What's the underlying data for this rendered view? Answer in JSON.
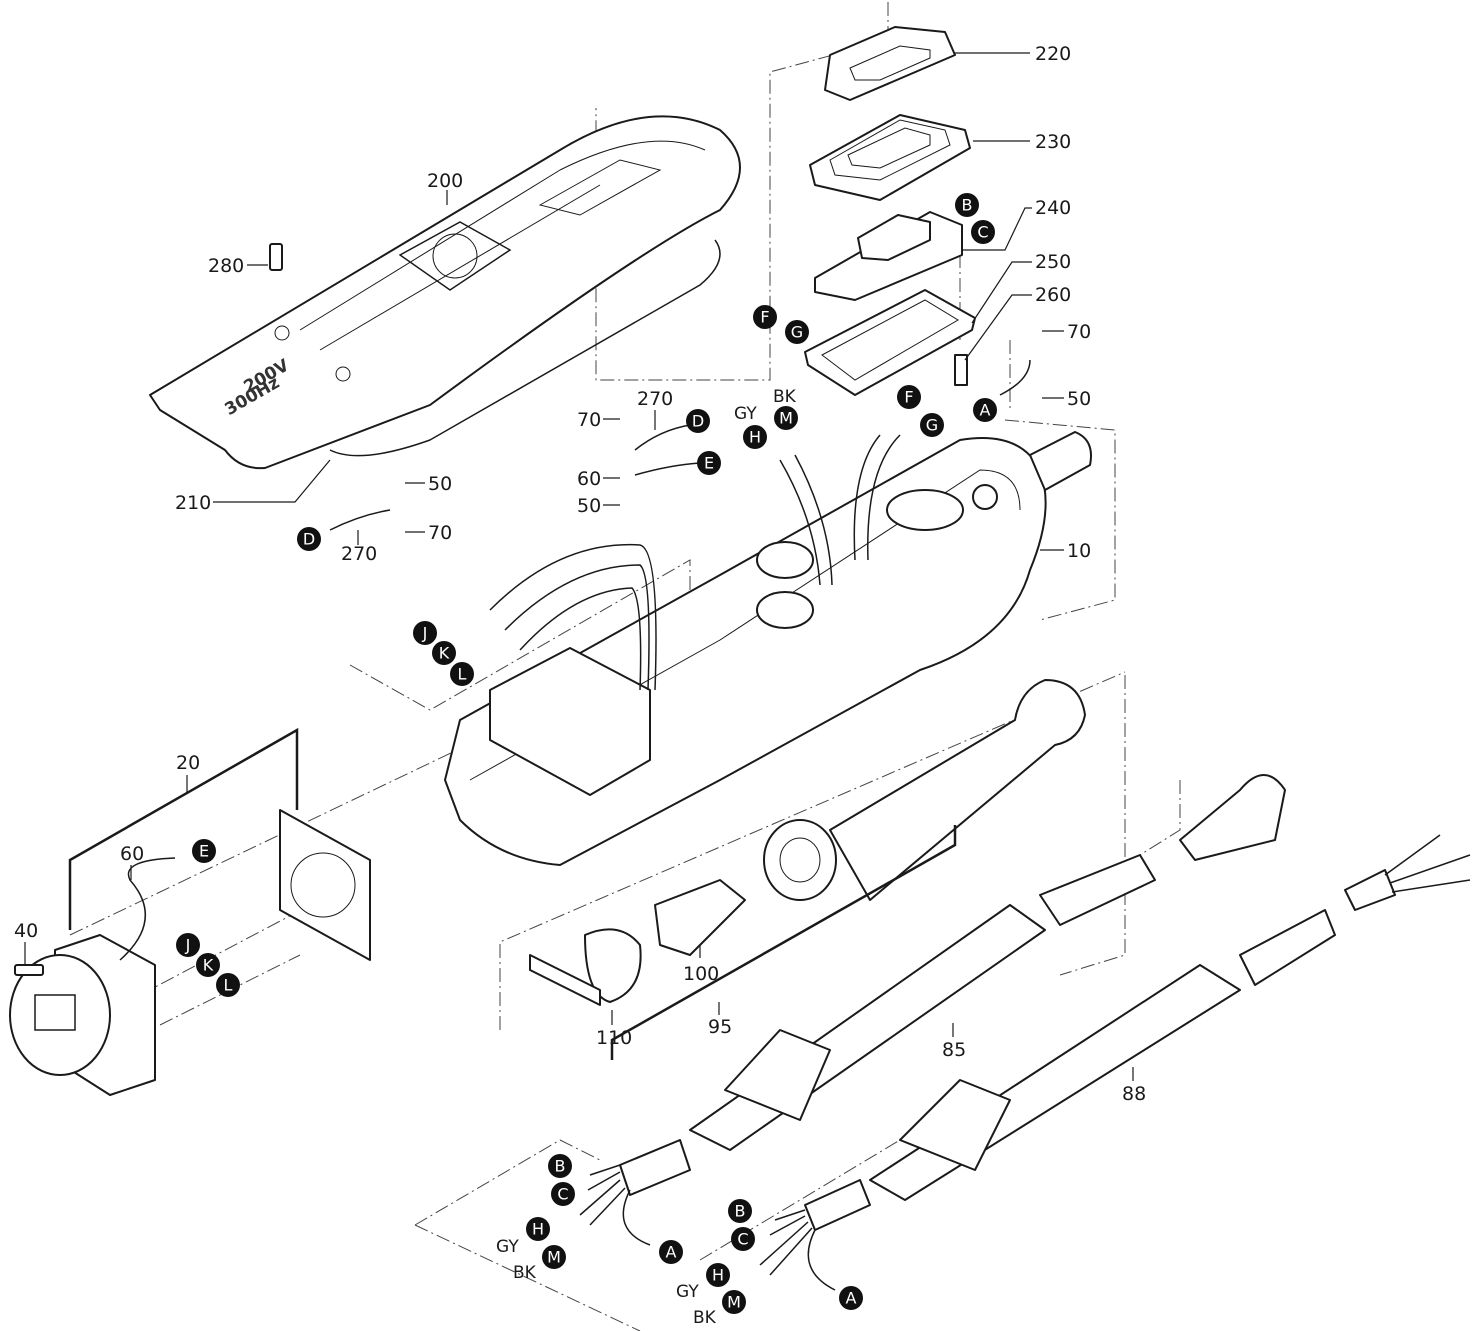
{
  "diagram": {
    "type": "exploded parts view",
    "colors": {
      "line": "#1a1a1a",
      "badge_fill": "#111111",
      "badge_text": "#ffffff",
      "background": "#ffffff"
    },
    "cover_markings": {
      "voltage": "200V",
      "frequency": "300Hz"
    },
    "part_numbers": {
      "p10": "10",
      "p20": "20",
      "p40": "40",
      "p50a": "50",
      "p50b": "50",
      "p50c": "50",
      "p60a": "60",
      "p60b": "60",
      "p70a": "70",
      "p70b": "70",
      "p70c": "70",
      "p85": "85",
      "p88": "88",
      "p95": "95",
      "p100": "100",
      "p110": "110",
      "p200": "200",
      "p210": "210",
      "p220": "220",
      "p230": "230",
      "p240": "240",
      "p250": "250",
      "p260": "260",
      "p270a": "270",
      "p270b": "270",
      "p280": "280"
    },
    "connection_badges": {
      "switch_B": "B",
      "switch_C": "C",
      "switch_F": "F",
      "switch_G": "G",
      "ground_A": "A",
      "ground_D_top": "D",
      "ground_E_top": "E",
      "wire_F": "F",
      "wire_G": "G",
      "wire_H": "H",
      "wire_M": "M",
      "ground_D_bottom": "D",
      "pin_J": "J",
      "pin_K": "K",
      "pin_L": "L",
      "socket_E": "E",
      "socket_J": "J",
      "socket_K": "K",
      "socket_L": "L",
      "cable85_B": "B",
      "cable85_C": "C",
      "cable85_H": "H",
      "cable85_M": "M",
      "cable85_A": "A",
      "cable88_B": "B",
      "cable88_C": "C",
      "cable88_H": "H",
      "cable88_M": "M",
      "cable88_A": "A"
    },
    "wire_colors": {
      "top_GY": "GY",
      "top_BK": "BK",
      "c85_GY": "GY",
      "c85_BK": "BK",
      "c88_GY": "GY",
      "c88_BK": "BK"
    }
  }
}
